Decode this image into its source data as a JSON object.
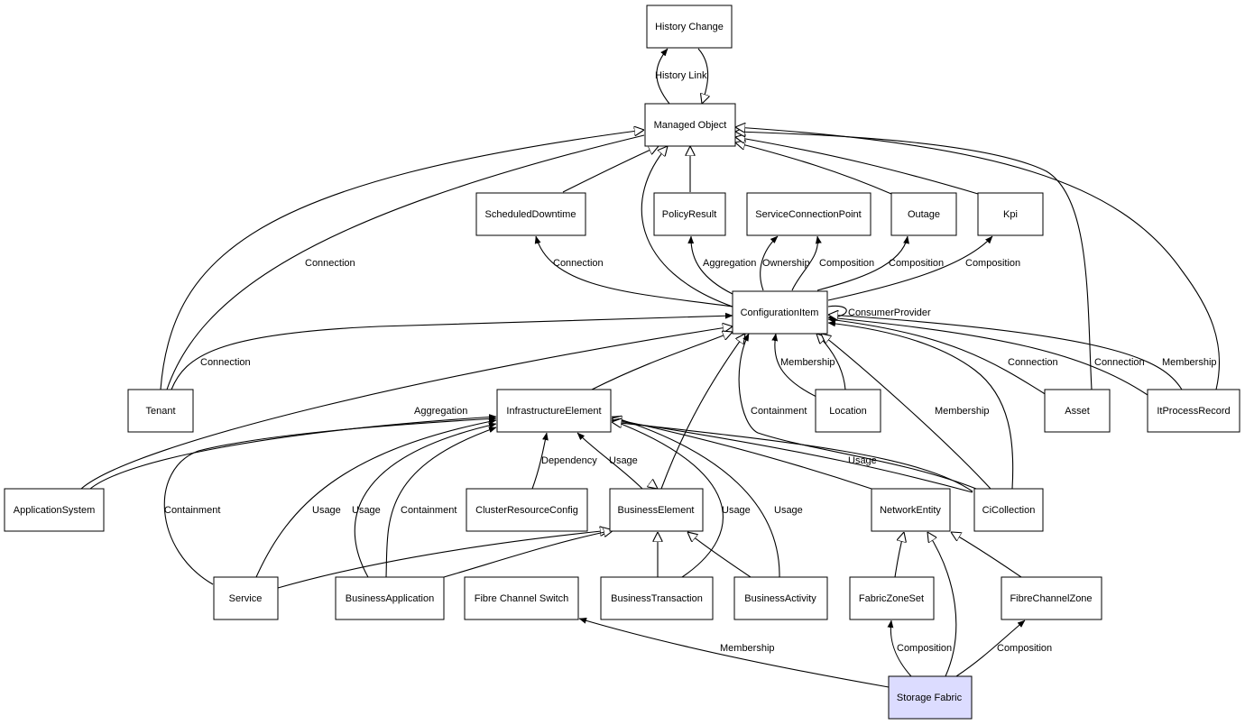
{
  "nodes": {
    "history_change": "History Change",
    "managed_object": "Managed Object",
    "scheduled_downtime": "ScheduledDowntime",
    "policy_result": "PolicyResult",
    "service_connection_point": "ServiceConnectionPoint",
    "outage": "Outage",
    "kpi": "Kpi",
    "configuration_item": "ConfigurationItem",
    "tenant": "Tenant",
    "infrastructure_element": "InfrastructureElement",
    "location": "Location",
    "asset": "Asset",
    "it_process_record": "ItProcessRecord",
    "application_system": "ApplicationSystem",
    "cluster_resource_config": "ClusterResourceConfig",
    "business_element": "BusinessElement",
    "network_entity": "NetworkEntity",
    "ci_collection": "CiCollection",
    "service": "Service",
    "business_application": "BusinessApplication",
    "fibre_channel_switch": "Fibre Channel Switch",
    "business_transaction": "BusinessTransaction",
    "business_activity": "BusinessActivity",
    "fabric_zone_set": "FabricZoneSet",
    "fibre_channel_zone": "FibreChannelZone",
    "storage_fabric": "Storage Fabric"
  },
  "edge_labels": {
    "history_link": "History Link",
    "connection_tenant_mo": "Connection",
    "connection_sd": "Connection",
    "aggregation_pr": "Aggregation",
    "ownership_scp": "Ownership",
    "composition_scp": "Composition",
    "composition_outage": "Composition",
    "composition_kpi": "Composition",
    "consumer_provider": "ConsumerProvider",
    "connection_tenant_ci": "Connection",
    "membership_location": "Membership",
    "connection_asset": "Connection",
    "connection_itpr": "Connection",
    "membership_itpr": "Membership",
    "aggregation_as": "Aggregation",
    "containment_cic": "Containment",
    "membership_cic": "Membership",
    "dependency": "Dependency",
    "usage_be": "Usage",
    "usage_cic": "Usage",
    "containment_service": "Containment",
    "usage_service": "Usage",
    "usage_ba": "Usage",
    "containment_ba": "Containment",
    "usage_bt": "Usage",
    "usage_bact": "Usage",
    "membership_fcs": "Membership",
    "composition_fzs": "Composition",
    "composition_fcz": "Composition"
  }
}
